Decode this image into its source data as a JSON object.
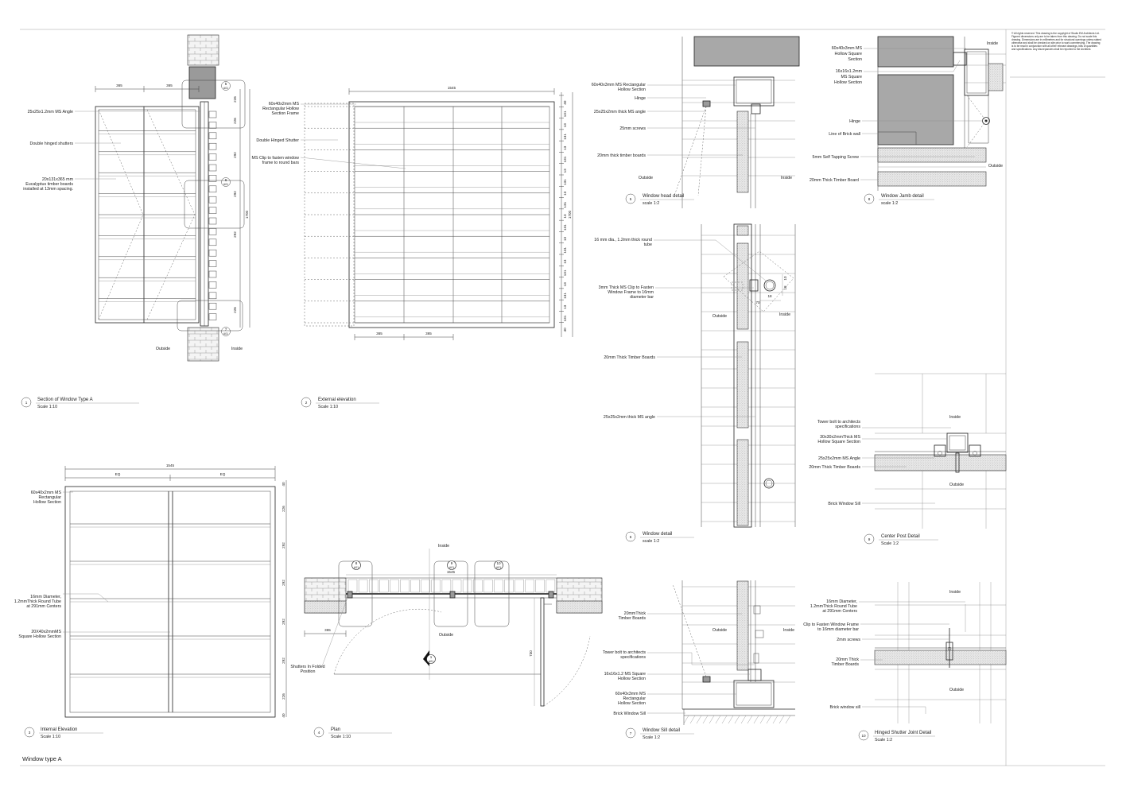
{
  "sheet": {
    "title": "Window type A",
    "copyright_lines": [
      "© All rights reserved. This drawing is the copyright of Studio EM Architects Ltd.",
      "Figured dimensions only are to be taken from this drawing. Do not scale this",
      "drawing. Dimensions are in millimetres and for structural openings unless stated",
      "otherwise and shall be checked on site prior to work commencing. The drawing",
      "is to be read in conjunction with all other relevant drawings, bills of quantities",
      "and specifications. Any discrepancies shall be reported to the Architect."
    ]
  },
  "common": {
    "outside": "Outside",
    "inside": "Inside"
  },
  "view1": {
    "number": "1",
    "title": "Section of Window Type A",
    "scale": "Scale 1:10",
    "dims": {
      "top_left": "365",
      "top_right": "365",
      "d226a": "226",
      "d226b": "226",
      "d292a": "292",
      "d292b": "292",
      "d292c": "292",
      "d226c": "226",
      "total": "1700"
    },
    "labels": [
      "25x25x1.2mm MS Angle",
      "Double hinged shutters",
      "20x131x365 mm",
      "Eucalyptus timber boards",
      "installed at 13mm spacing."
    ],
    "callouts": [
      {
        "num": "5",
        "sheet": "A01"
      },
      {
        "num": "6",
        "sheet": "A01"
      },
      {
        "num": "7",
        "sheet": "A01"
      }
    ]
  },
  "view2": {
    "number": "2",
    "title": "External elevation",
    "scale": "Scale 1:10",
    "dims": {
      "width": "1545",
      "bottom_left": "365",
      "bottom_right": "365",
      "total": "1700",
      "top": "40",
      "bottom": "40",
      "rows": [
        "131",
        "13",
        "131",
        "13",
        "131",
        "13",
        "131",
        "13",
        "131",
        "13",
        "131",
        "13",
        "131",
        "13",
        "131",
        "13",
        "131",
        "13",
        "131"
      ]
    },
    "labels": [
      "60x40x2mm MS",
      "Rectangular Hollow",
      "Section Frame",
      "Double Hinged Shutter",
      "MS Clip to fasten window",
      "frame to round bars"
    ]
  },
  "view3": {
    "number": "3",
    "title": "Internal Elevation",
    "scale": "Scale 1:10",
    "dims": {
      "width": "1545",
      "left": "EQ",
      "right": "EQ",
      "top": "40",
      "rows": [
        "226",
        "292",
        "292",
        "292",
        "292",
        "226"
      ],
      "bottom": "40"
    },
    "labels": [
      "60x40x2mm MS",
      "Rectangular",
      "Hollow Section",
      "16mm Diameter,",
      "1.2mmThick Round Tube",
      "at 291mm Centers",
      "20X40x2mmMS",
      "Square Hollow Section"
    ]
  },
  "view4": {
    "number": "4",
    "title": "Plan",
    "scale": "Scale 1:10",
    "dims": {
      "width": "1545",
      "left": "365",
      "leaf": "730"
    },
    "labels": [
      "Inside",
      "Outside",
      "Shutters In Folded",
      "Position"
    ],
    "callouts": [
      {
        "num": "8",
        "sheet": "A01"
      },
      {
        "num": "9",
        "sheet": "A01"
      },
      {
        "num": "10",
        "sheet": "A01"
      }
    ],
    "section_mark": {
      "num": "1",
      "sheet": "A01"
    }
  },
  "view5": {
    "number": "5",
    "title": "Window head detail",
    "scale": "scale 1:2",
    "labels": [
      "60x40x3mm MS Rectangular",
      "Hollow Section",
      "Hinge",
      "25x25x2mm thick MS angle",
      "25mm screws",
      "20mm thick timber boards",
      "Outside",
      "Inside"
    ]
  },
  "view6": {
    "number": "6",
    "title": "Window detail",
    "scale": "scale 1:2",
    "labels": [
      "16 mm dia., 1.2mm thick round",
      "tube",
      "3mm Thick MS Clip to Fasten",
      "Window Frame to 16mm",
      "diameter bar",
      "Outside",
      "Inside",
      "20mm Thick Timber Boards",
      "25x25x2mm thick MS angle"
    ],
    "dims": [
      "10",
      "18",
      "70",
      "18"
    ]
  },
  "view7": {
    "number": "7",
    "title": "Window Sill detail",
    "scale": "Scale 1:2",
    "labels": [
      "20mmThick",
      "Timber Boards",
      "Outside",
      "Inside",
      "Tower bolt to architects",
      "specifications",
      "16x16x1.2 MS Square",
      "Hollow Section",
      "60x40x3mm MS",
      "Rectangular",
      "Hollow Section",
      "Brick Window Sill"
    ]
  },
  "view8": {
    "number": "8",
    "title": "Window Jamb detail",
    "scale": "scale 1:2",
    "labels": [
      "60x40x3mm MS",
      "Hollow Square",
      "Section",
      "16x16x1.2mm",
      "MS Square",
      "Hollow Section",
      "Hinge",
      "Line of Brick wall",
      "5mm Self Tapping Screw",
      "20mm Thick Timber Board",
      "Inside",
      "Outside"
    ]
  },
  "view9": {
    "number": "9",
    "title": "Center Post Detail",
    "scale": "Scale 1:2",
    "labels": [
      "Inside",
      "Tower bolt to architects",
      "specifications",
      "30x30x2mmThick MS",
      "Hollow Square Section",
      "25x25x2mm MS Angle",
      "20mm Thick Timber Boards",
      "Outside",
      "Brick Window Sill"
    ]
  },
  "view10": {
    "number": "10",
    "title": "Hinged Shutter Joint Detail",
    "scale": "Scale 1:2",
    "labels": [
      "Inside",
      "16mm Diameter,",
      "1.2mmThick Round Tube",
      "at 291mm Centers",
      "Clip to Fasten Window Frame",
      "to 16mm diameter bar",
      "2mm screws",
      "20mm Thick",
      "Timber Boards",
      "Outside",
      "Brick window sill"
    ]
  }
}
